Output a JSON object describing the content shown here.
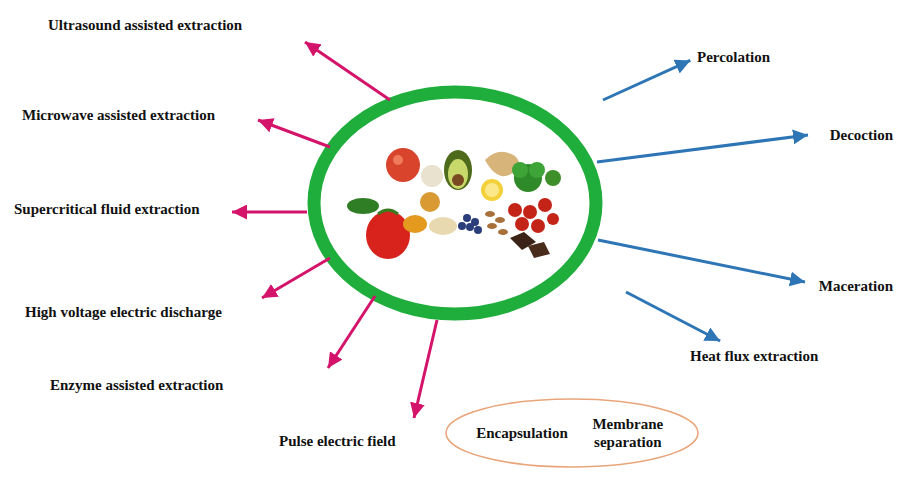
{
  "diagram": {
    "nodes": [
      {
        "text": [
          "Encapsulation",
          "Membrane separation"
        ]
      }
    ],
    "labels": [
      "Ultrasound assisted extraction",
      "Percolation",
      "Microwave assisted extraction",
      "Decoction",
      "Supercritical fluid extraction",
      "Maceration",
      "High voltage electric discharge",
      "Heat flux extraction",
      "Enzyme assisted extraction",
      "Pulse electric field"
    ]
  }
}
